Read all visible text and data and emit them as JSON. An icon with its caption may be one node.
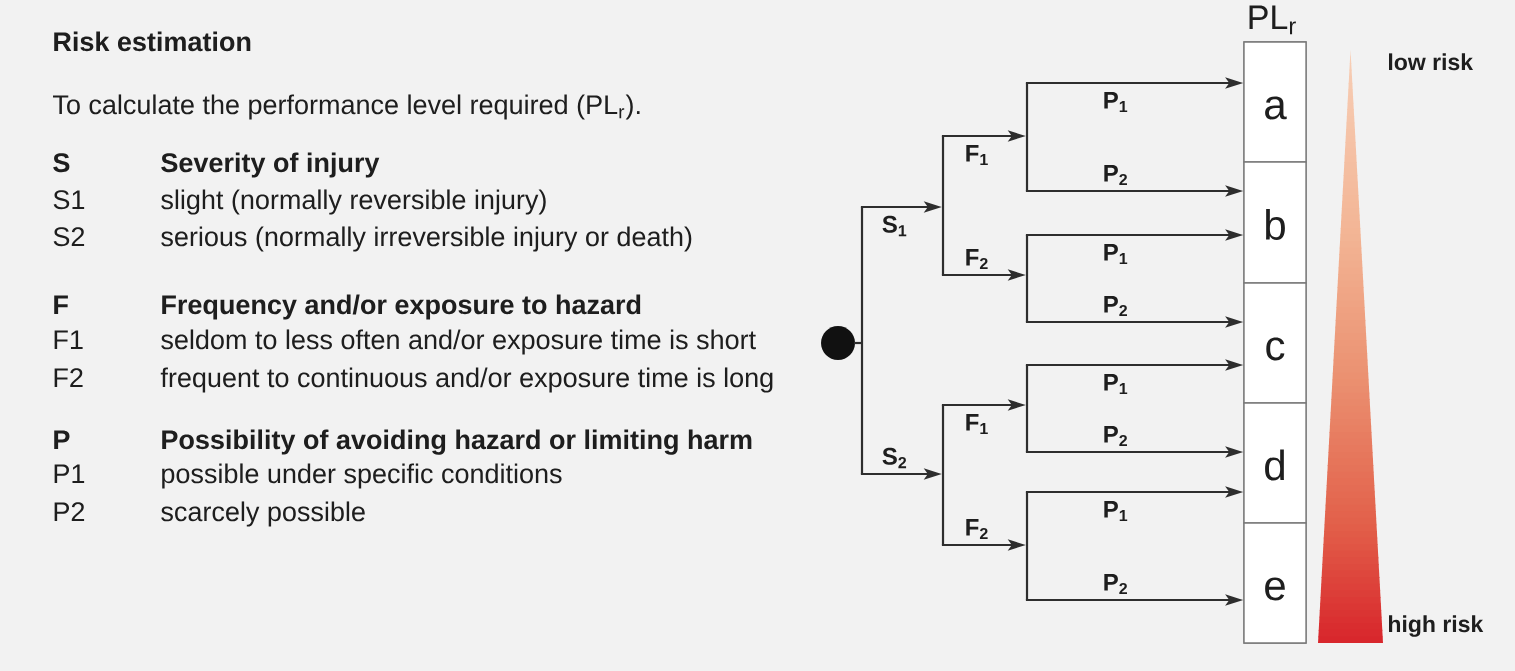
{
  "diagram": {
    "title": "Risk estimation",
    "nodes": [
      {
        "text": [],
        "shape": "circle"
      },
      {
        "text": [],
        "shape": "bar"
      },
      {
        "text": [],
        "shape": "bar"
      },
      {
        "text": [],
        "shape": "bar"
      },
      {
        "text": [],
        "shape": "bar"
      },
      {
        "text": [],
        "shape": "bar"
      },
      {
        "text": [],
        "shape": "bar"
      },
      {
        "text": [],
        "shape": "bar"
      },
      {
        "text": [
          "PL$_{r}$"
        ]
      },
      {
        "text": [
          "a"
        ],
        "in": 8
      },
      {
        "text": [
          "b"
        ],
        "in": 8
      },
      {
        "text": [
          "c"
        ],
        "in": 8
      },
      {
        "text": [
          "d"
        ],
        "in": 8
      },
      {
        "text": [
          "e"
        ],
        "in": 8
      }
    ],
    "edges": [
      {
        "from": 0,
        "to": 1,
        "arrow": "none"
      },
      {
        "from": 1,
        "to": 2,
        "arrow": "to",
        "label": "S$_{1}$"
      },
      {
        "from": 1,
        "to": 3,
        "arrow": "to",
        "label": "S$_{2}$"
      },
      {
        "from": 2,
        "to": 4,
        "arrow": "to",
        "label": "F$_{1}$"
      },
      {
        "from": 2,
        "to": 5,
        "arrow": "to",
        "label": "F$_{2}$"
      },
      {
        "from": 3,
        "to": 6,
        "arrow": "to",
        "label": "F$_{1}$"
      },
      {
        "from": 3,
        "to": 7,
        "arrow": "to",
        "label": "F$_{2}$"
      },
      {
        "from": 4,
        "to": 9,
        "arrow": "to",
        "label": "P$_{1}$"
      },
      {
        "from": 4,
        "to": 10,
        "arrow": "to",
        "label": "P$_{2}$"
      },
      {
        "from": 5,
        "to": 10,
        "arrow": "to",
        "label": "P$_{1}$"
      },
      {
        "from": 5,
        "to": 11,
        "arrow": "to",
        "label": "P$_{2}$"
      },
      {
        "from": 6,
        "to": 11,
        "arrow": "to",
        "label": "P$_{1}$"
      },
      {
        "from": 6,
        "to": 12,
        "arrow": "to",
        "label": "P$_{2}$"
      },
      {
        "from": 7,
        "to": 12,
        "arrow": "to",
        "label": "P$_{1}$"
      },
      {
        "from": 7,
        "to": 13,
        "arrow": "to",
        "label": "P$_{2}$"
      }
    ],
    "labels": [
      "To calculate the performance level required (PL$_{r}$).",
      "S",
      "Severity of injury",
      "S1",
      "slight (normally reversible injury)",
      "S2",
      "serious (normally irreversible injury or death)",
      "F",
      "Frequency and/or exposure to hazard",
      "F1",
      "seldom to less often and/or exposure time is short",
      "F2",
      "frequent to continuous and/or exposure time is long",
      "P",
      "Possibility of avoiding hazard or limiting harm",
      "P1",
      "possible under specific conditions",
      "P2",
      "scarcely possible",
      "low risk",
      "high risk"
    ]
  }
}
